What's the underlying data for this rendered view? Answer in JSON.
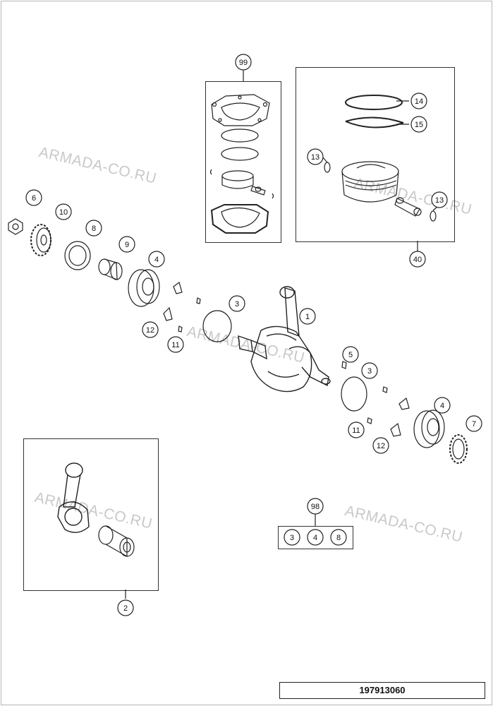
{
  "diagram_number": "197913060",
  "watermark_text": "ARMADA-CO.RU",
  "callouts": {
    "c1": "1",
    "c2": "2",
    "c3a": "3",
    "c3b": "3",
    "c4a": "4",
    "c4b": "4",
    "c5": "5",
    "c6": "6",
    "c7": "7",
    "c8": "8",
    "c9": "9",
    "c10": "10",
    "c11a": "11",
    "c11b": "11",
    "c12a": "12",
    "c12b": "12",
    "c13a": "13",
    "c13b": "13",
    "c14": "14",
    "c15": "15",
    "c40": "40",
    "c98": "98",
    "c98_3": "3",
    "c98_4": "4",
    "c98_8": "8",
    "c99": "99"
  },
  "colors": {
    "line": "#222222",
    "watermark": "#c9c9c9",
    "box_border": "#333333"
  }
}
